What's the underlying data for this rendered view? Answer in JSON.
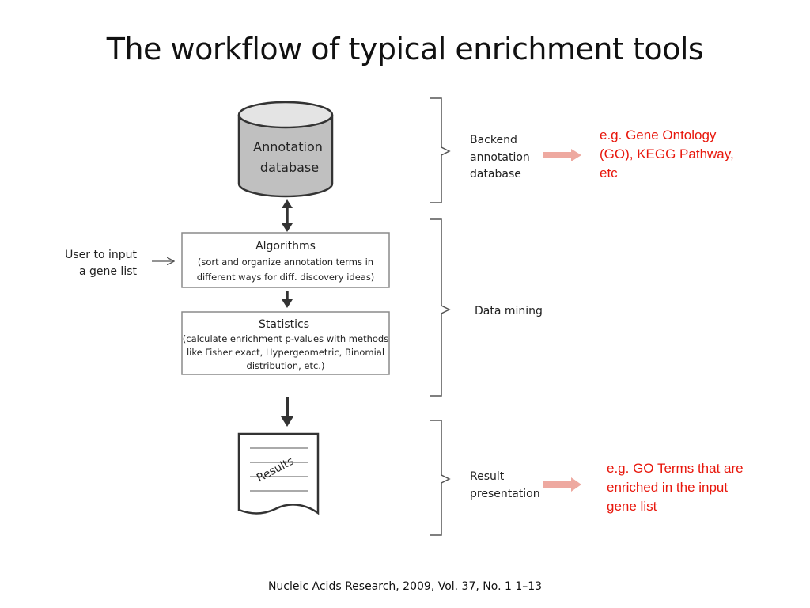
{
  "title": "The workflow of typical enrichment tools",
  "database": {
    "line1": "Annotation",
    "line2": "database"
  },
  "user_input": {
    "line1": "User to input",
    "line2": "a gene list"
  },
  "algorithms": {
    "heading": "Algorithms",
    "line1": "(sort and  organize annotation  terms in",
    "line2": "different ways for diff. discovery ideas)"
  },
  "statistics": {
    "heading": "Statistics",
    "line1": "(calculate enrichment p-values with methods",
    "line2": "like Fisher exact, Hypergeometric, Binomial",
    "line3": "distribution, etc.)"
  },
  "results_label": "Results",
  "stages": {
    "backend": {
      "line1": "Backend",
      "line2": "annotation",
      "line3": "database"
    },
    "mining": {
      "line1": "Data mining"
    },
    "presentation": {
      "line1": "Result",
      "line2": "presentation"
    }
  },
  "notes": {
    "backend": [
      "e.g. Gene Ontology",
      "(GO), KEGG Pathway,",
      "etc"
    ],
    "presentation": [
      "e.g. GO Terms that are",
      "enriched in the input",
      "gene list"
    ]
  },
  "citation": "Nucleic Acids Research, 2009, Vol. 37, No. 1 1–13",
  "colors": {
    "cylinder_fill": "#c0c0c0",
    "note_text": "#e8170c",
    "note_arrow": "#eea9a0",
    "stroke": "#333333"
  }
}
